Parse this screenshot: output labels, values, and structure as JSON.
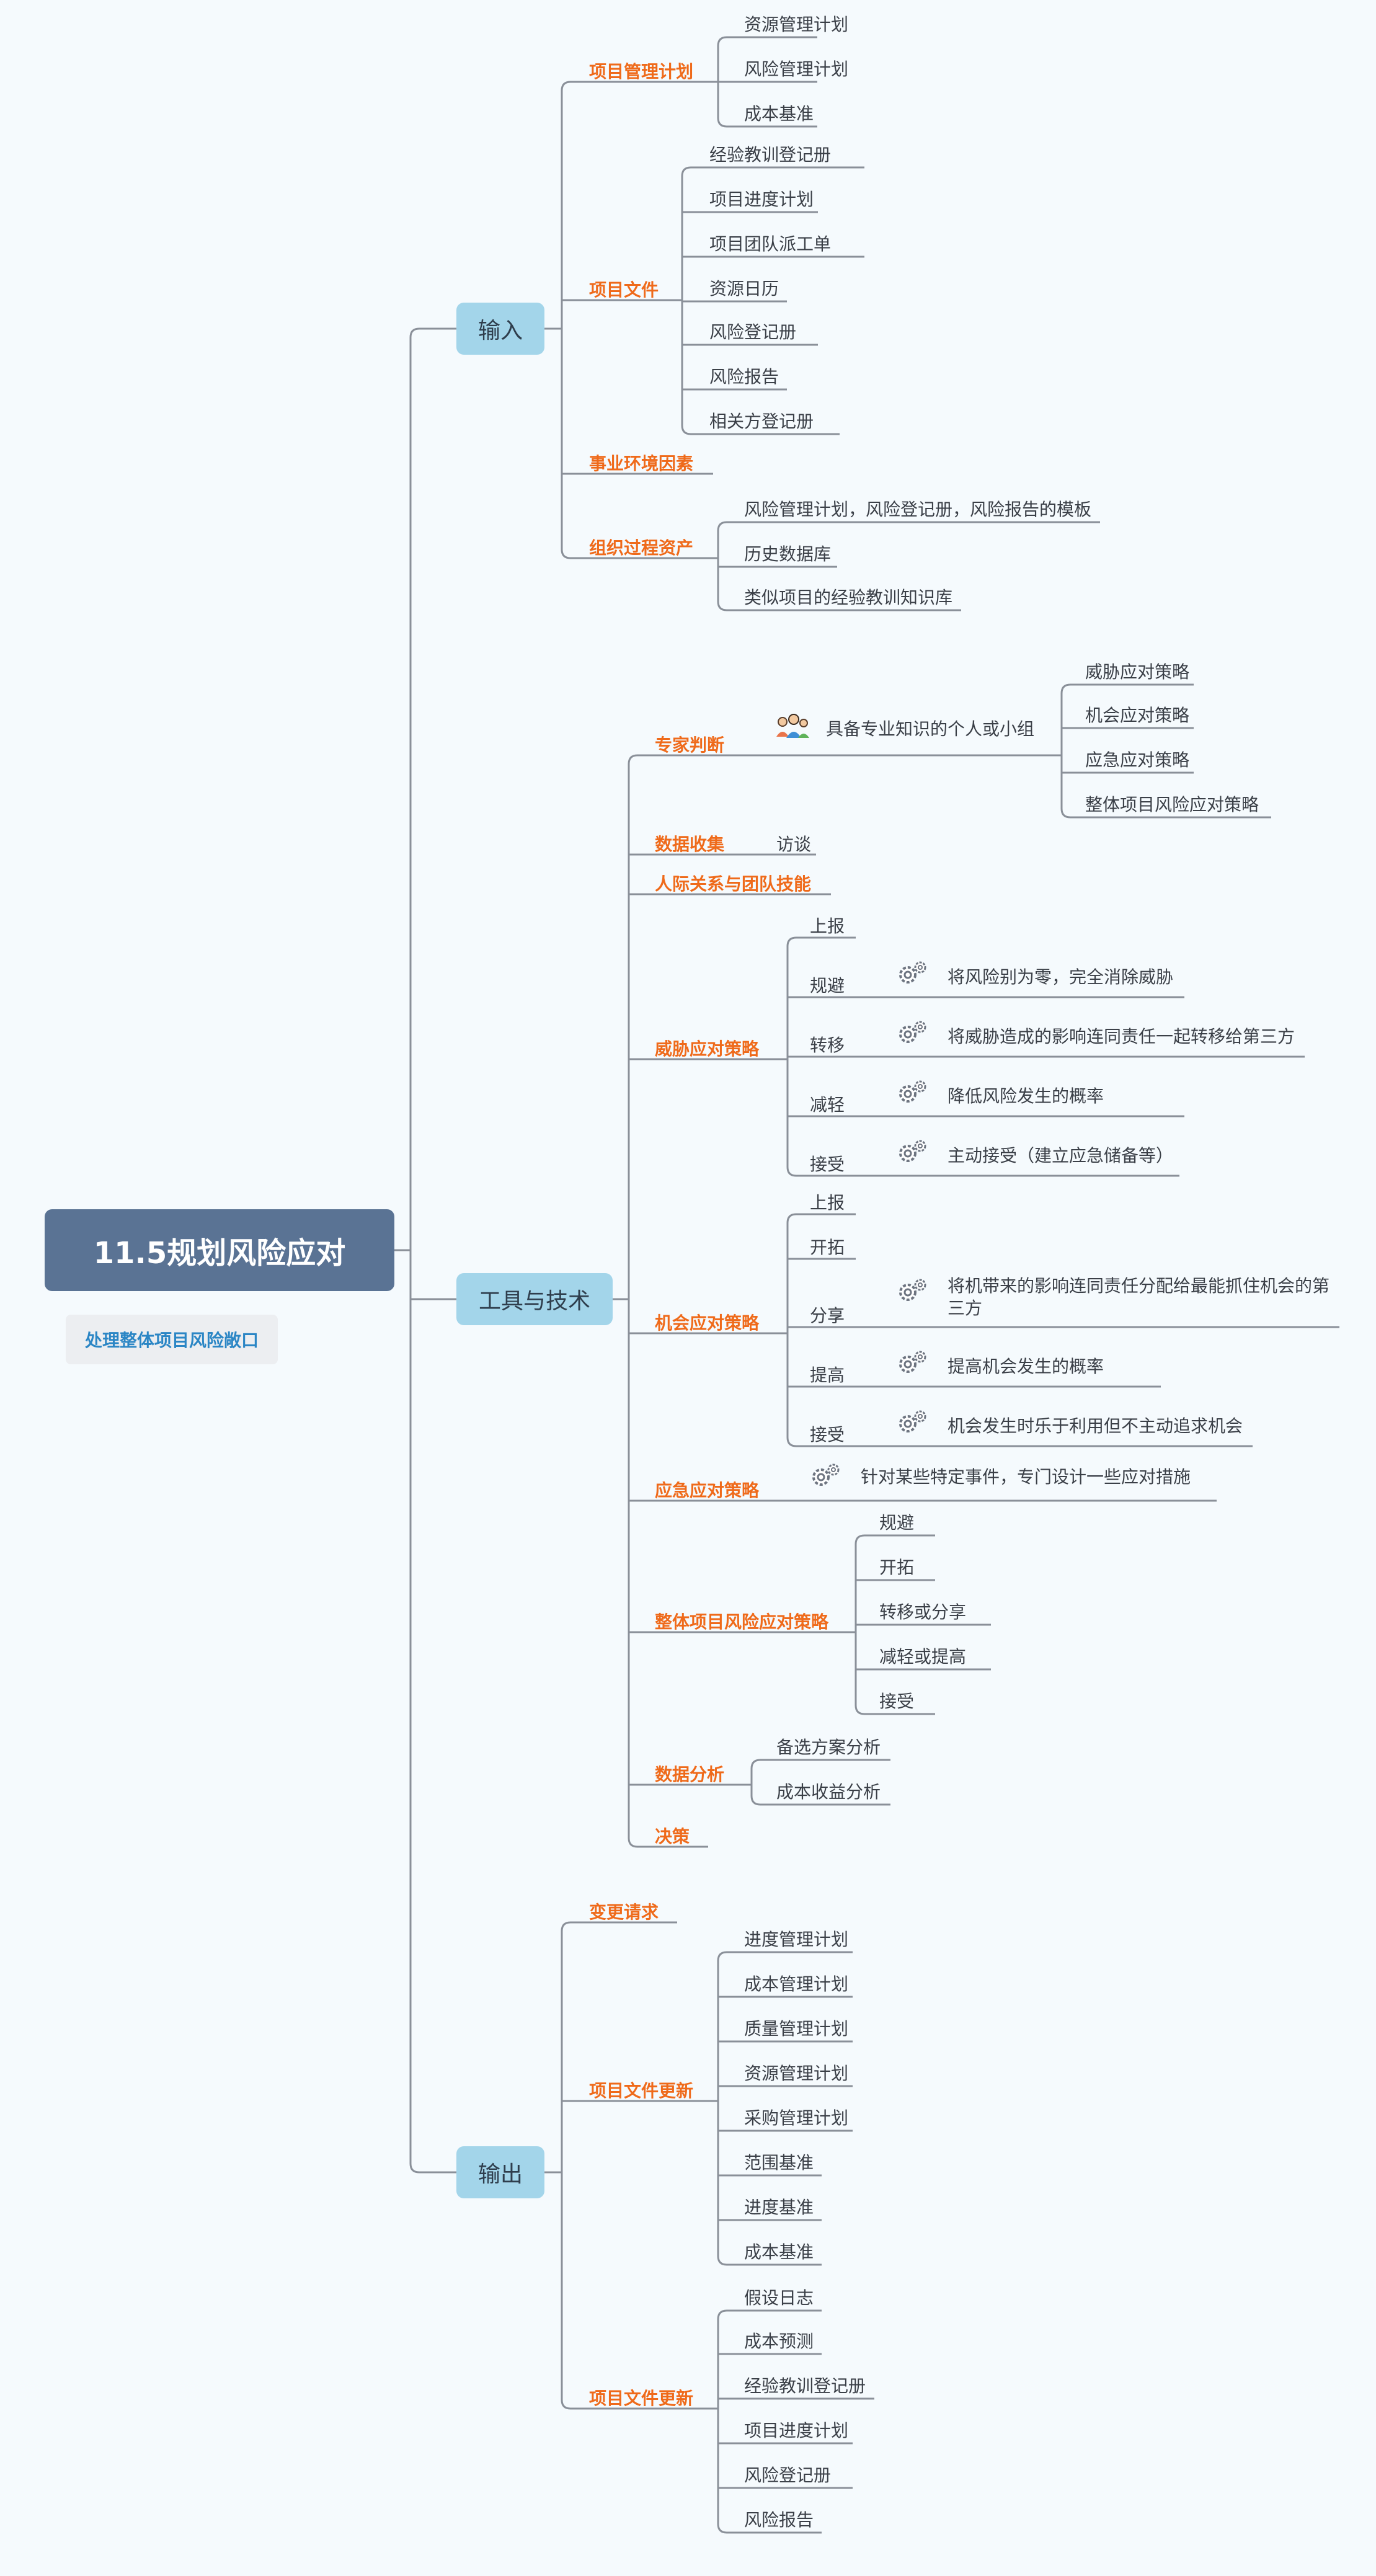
{
  "root": {
    "title": "11.5规划风险应对",
    "note": "处理整体项目风险敞口"
  },
  "branches": {
    "input": {
      "label": "输入",
      "plan": {
        "label": "项目管理计划",
        "items": [
          "资源管理计划",
          "风险管理计划",
          "成本基准"
        ]
      },
      "docs": {
        "label": "项目文件",
        "items": [
          "经验教训登记册",
          "项目进度计划",
          "项目团队派工单",
          "资源日历",
          "风险登记册",
          "风险报告",
          "相关方登记册"
        ]
      },
      "eef": {
        "label": "事业环境因素"
      },
      "opa": {
        "label": "组织过程资产",
        "items": [
          "风险管理计划，风险登记册，风险报告的模板",
          "历史数据库",
          "类似项目的经验教训知识库"
        ]
      }
    },
    "tools": {
      "label": "工具与技术",
      "expert": {
        "label": "专家判断",
        "who": "具备专业知识的个人或小组",
        "items": [
          "威胁应对策略",
          "机会应对策略",
          "应急应对策略",
          "整体项目风险应对策略"
        ]
      },
      "collect": {
        "label": "数据收集",
        "item": "访谈"
      },
      "interpersonal": {
        "label": "人际关系与团队技能"
      },
      "threat": {
        "label": "威胁应对策略",
        "items": [
          {
            "name": "上报",
            "desc": ""
          },
          {
            "name": "规避",
            "desc": "将风险别为零，完全消除威胁"
          },
          {
            "name": "转移",
            "desc": "将威胁造成的影响连同责任一起转移给第三方"
          },
          {
            "name": "减轻",
            "desc": "降低风险发生的概率"
          },
          {
            "name": "接受",
            "desc": "主动接受（建立应急储备等）"
          }
        ]
      },
      "opportunity": {
        "label": "机会应对策略",
        "items": [
          {
            "name": "上报",
            "desc": ""
          },
          {
            "name": "开拓",
            "desc": ""
          },
          {
            "name": "分享",
            "desc": "将机带来的影响连同责任分配给最能抓住机会的第三方"
          },
          {
            "name": "提高",
            "desc": "提高机会发生的概率"
          },
          {
            "name": "接受",
            "desc": "机会发生时乐于利用但不主动追求机会"
          }
        ]
      },
      "contingent": {
        "label": "应急应对策略",
        "desc": "针对某些特定事件，专门设计一些应对措施"
      },
      "overall": {
        "label": "整体项目风险应对策略",
        "items": [
          "规避",
          "开拓",
          "转移或分享",
          "减轻或提高",
          "接受"
        ]
      },
      "analysis": {
        "label": "数据分析",
        "items": [
          "备选方案分析",
          "成本收益分析"
        ]
      },
      "decision": {
        "label": "决策"
      }
    },
    "output": {
      "label": "输出",
      "change": {
        "label": "变更请求"
      },
      "plan_upd": {
        "label": "项目文件更新",
        "items": [
          "进度管理计划",
          "成本管理计划",
          "质量管理计划",
          "资源管理计划",
          "采购管理计划",
          "范围基准",
          "进度基准",
          "成本基准"
        ]
      },
      "docs_upd": {
        "label": "项目文件更新",
        "items": [
          "假设日志",
          "成本预测",
          "经验教训登记册",
          "项目进度计划",
          "风险登记册",
          "风险报告"
        ]
      }
    }
  },
  "colors": {
    "line": "#8a9099",
    "category": "#ef6a1a",
    "root": "#5a7394",
    "major": "#a3d5ea",
    "note": "#2b86c5"
  },
  "icons": {
    "expert": "people-icon",
    "strategy": "gears-icon"
  }
}
